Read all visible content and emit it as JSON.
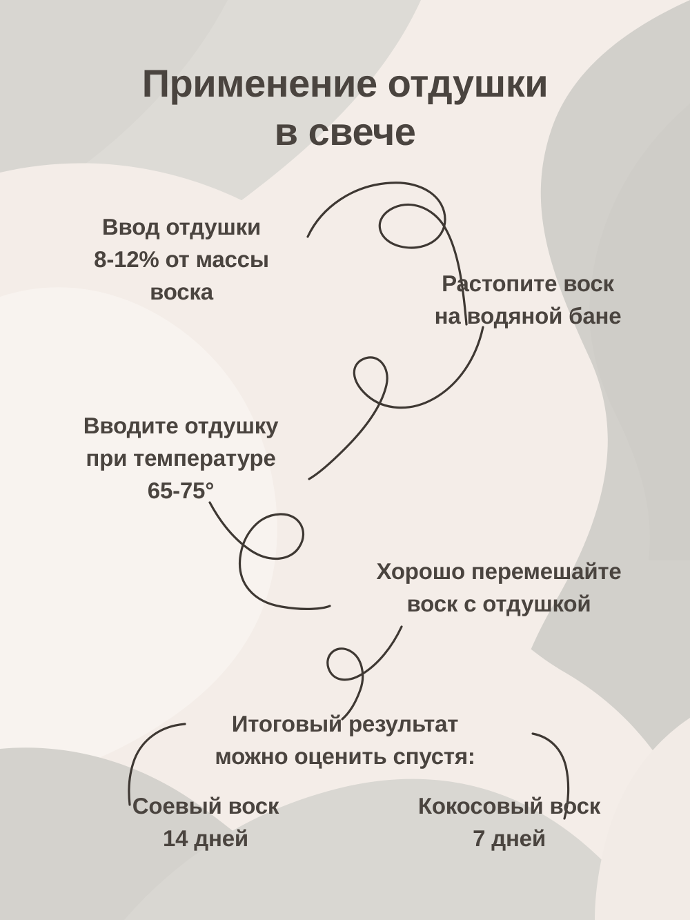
{
  "poster": {
    "title": "Применение отдушки\nв свече",
    "colors": {
      "background_cream": "#F4EDE8",
      "wave_gray": "#D2D0CB",
      "wave_gray_light": "#DFDDD7",
      "wave_cream_light": "#F7F2EE",
      "text": "#4A443F",
      "swirl_line": "#3E3833"
    },
    "steps": [
      {
        "id": "step-1",
        "text": "Ввод отдушки\n8-12% от массы\nвоска"
      },
      {
        "id": "step-2",
        "text": "Растопите воск\nна водяной бане"
      },
      {
        "id": "step-3",
        "text": "Вводите отдушку\nпри температуре\n65-75°"
      },
      {
        "id": "step-4",
        "text": "Хорошо перемешайте\nвоск с отдушкой"
      }
    ],
    "result": {
      "title": "Итоговый результат\nможно оценить спустя:",
      "options": [
        {
          "id": "result-left",
          "text": "Соевый воск\n14 дней"
        },
        {
          "id": "result-right",
          "text": "Кокосовый воск\n7 дней"
        }
      ]
    },
    "decorations": [
      "swirl-loop-top",
      "swirl-loop-upper-middle",
      "swirl-loop-lower-middle",
      "swirl-loop-bottom",
      "bracket-left-arc",
      "bracket-right-arc"
    ]
  }
}
